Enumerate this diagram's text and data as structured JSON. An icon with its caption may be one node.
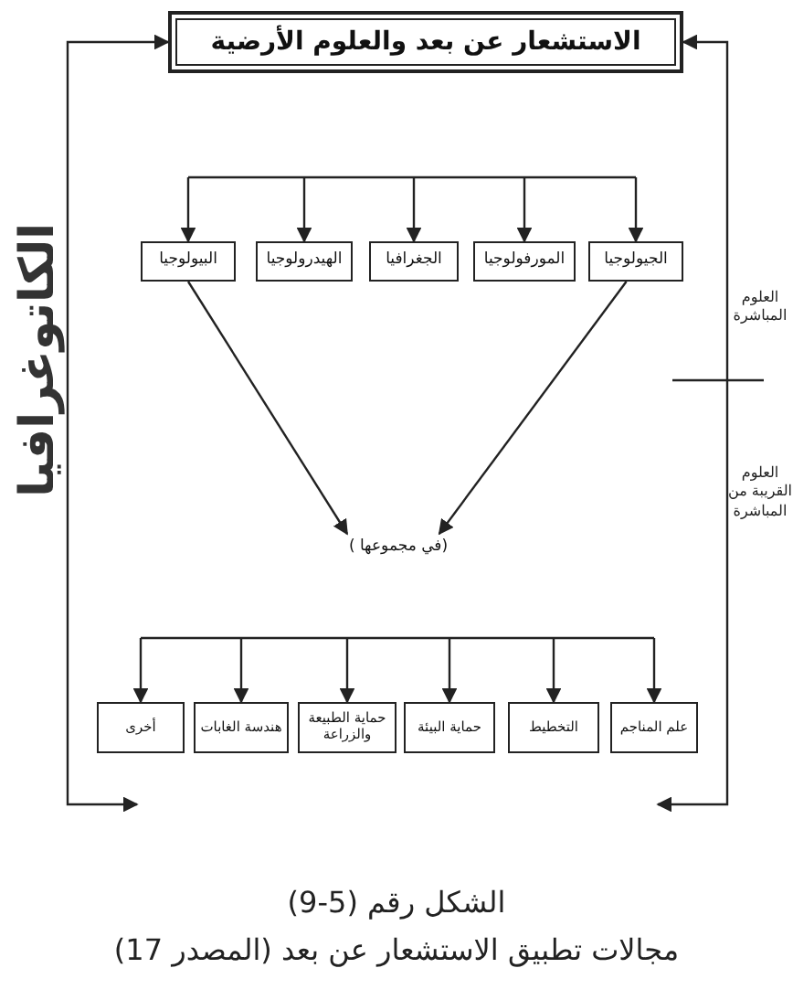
{
  "diagram": {
    "caption": "مجالات تطبيق الاستشعار عن بعد (المصدر 17)",
    "nodes": [
      {
        "text": [
          "الاستشعار عن بعد والعلوم الأرضية"
        ]
      },
      {
        "text": [
          "الجيولوجيا"
        ]
      },
      {
        "text": [
          "المورفولوجيا"
        ]
      },
      {
        "text": [
          "الجغرافيا"
        ]
      },
      {
        "text": [
          "الهيدرولوجيا"
        ]
      },
      {
        "text": [
          "البيولوجيا"
        ]
      },
      {
        "text": [
          "(في مجموعها )"
        ]
      },
      {
        "text": [
          "علم المناجم"
        ]
      },
      {
        "text": [
          "التخطيط"
        ]
      },
      {
        "text": [
          "حماية البيئة"
        ]
      },
      {
        "text": [
          "حماية الطبيعة والزراعة"
        ]
      },
      {
        "text": [
          "هندسة الغابات"
        ]
      },
      {
        "text": [
          "أخرى"
        ]
      }
    ],
    "edges": [
      {
        "from": null,
        "to": 1,
        "arrow": "to"
      },
      {
        "from": null,
        "to": 2,
        "arrow": "to"
      },
      {
        "from": null,
        "to": 3,
        "arrow": "to"
      },
      {
        "from": null,
        "to": 4,
        "arrow": "to"
      },
      {
        "from": null,
        "to": 5,
        "arrow": "to"
      },
      {
        "from": 5,
        "to": 6,
        "arrow": "to"
      },
      {
        "from": 1,
        "to": 6,
        "arrow": "to"
      },
      {
        "from": null,
        "to": 7,
        "arrow": "to"
      },
      {
        "from": null,
        "to": 8,
        "arrow": "to"
      },
      {
        "from": null,
        "to": 9,
        "arrow": "to"
      },
      {
        "from": null,
        "to": 10,
        "arrow": "to"
      },
      {
        "from": null,
        "to": 11,
        "arrow": "to"
      },
      {
        "from": null,
        "to": 12,
        "arrow": "to"
      },
      {
        "from": null,
        "to": 0,
        "arrow": "both"
      },
      {
        "from": null,
        "to": 0,
        "arrow": "both"
      }
    ],
    "labels": [
      "العلوم المباشرة",
      "الكاتوغرافيا",
      "العلوم القريبة من المباشرة",
      "الشكل رقم (5-9)"
    ]
  }
}
